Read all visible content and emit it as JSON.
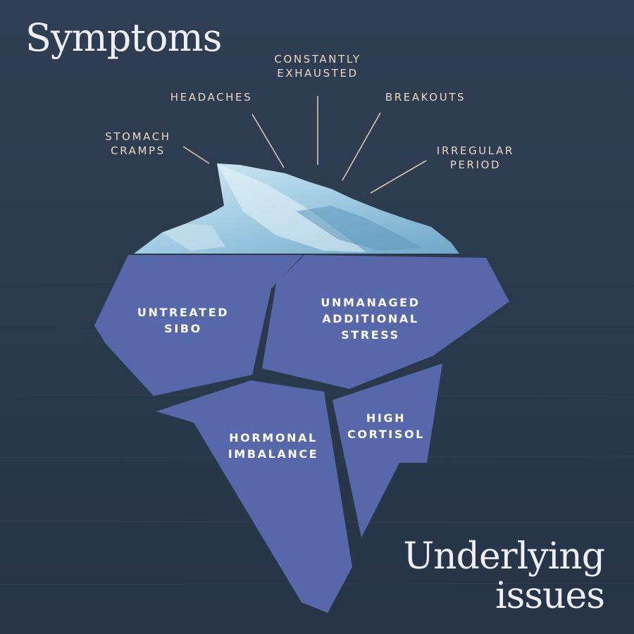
{
  "titles": {
    "top": "Symptoms",
    "bottom_line1": "Underlying",
    "bottom_line2": "issues"
  },
  "symptoms": [
    {
      "line1": "STOMACH",
      "line2": "CRAMPS"
    },
    {
      "line1": "HEADACHES",
      "line2": ""
    },
    {
      "line1": "CONSTANTLY",
      "line2": "EXHAUSTED"
    },
    {
      "line1": "BREAKOUTS",
      "line2": ""
    },
    {
      "line1": "IRREGULAR",
      "line2": "PERIOD"
    }
  ],
  "underlying_issues": [
    {
      "line1": "UNTREATED",
      "line2": "SIBO"
    },
    {
      "line1": "UNMANAGED",
      "line2": "ADDITIONAL",
      "line3": "STRESS"
    },
    {
      "line1": "HORMONAL",
      "line2": "IMBALANCE"
    },
    {
      "line1": "HIGH",
      "line2": "CORTISOL"
    }
  ],
  "colors": {
    "sea": "#2e3d50",
    "ice_block": "#5668aa",
    "label_symptom": "#e9d8c2",
    "title": "#eef0f6"
  }
}
